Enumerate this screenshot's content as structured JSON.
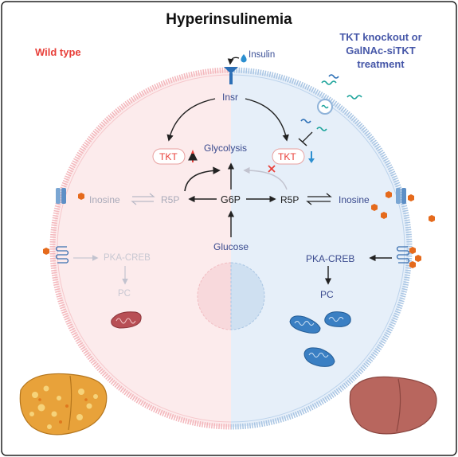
{
  "title": "Hyperinsulinemia",
  "wild_type_label": "Wild type",
  "knockout_label": {
    "line1": "TKT knockout or",
    "line2": "GalNAc-siTKT",
    "line3": "treatment"
  },
  "insulin_label": "Insulin",
  "receptor_label": "Insr",
  "glycolysis_label": "Glycolysis",
  "tkt_label": "TKT",
  "g6p_label": "G6P",
  "r5p_label": "R5P",
  "inosine_label": "Inosine",
  "glucose_label": "Glucose",
  "pka_creb_label": "PKA-CREB",
  "pc_label": "PC",
  "colors": {
    "wild_type_red": "#e8403a",
    "knockout_blue": "#4657a8",
    "tkt_down_blue": "#2c8fd0",
    "faded_grey": "#a9aab9",
    "wt_cell_fill": "#fcebec",
    "ko_cell_fill": "#e6eff9",
    "hexagon_orange": "#e56a1c"
  },
  "icons": [
    "insulin-receptor-icon",
    "insulin-droplet-icon",
    "sirna-icon",
    "transporter-icon",
    "gpcr-icon",
    "mitochondrion-icon",
    "liver-icon",
    "hexagon-metabolite-icon",
    "inhibition-cross-icon"
  ]
}
